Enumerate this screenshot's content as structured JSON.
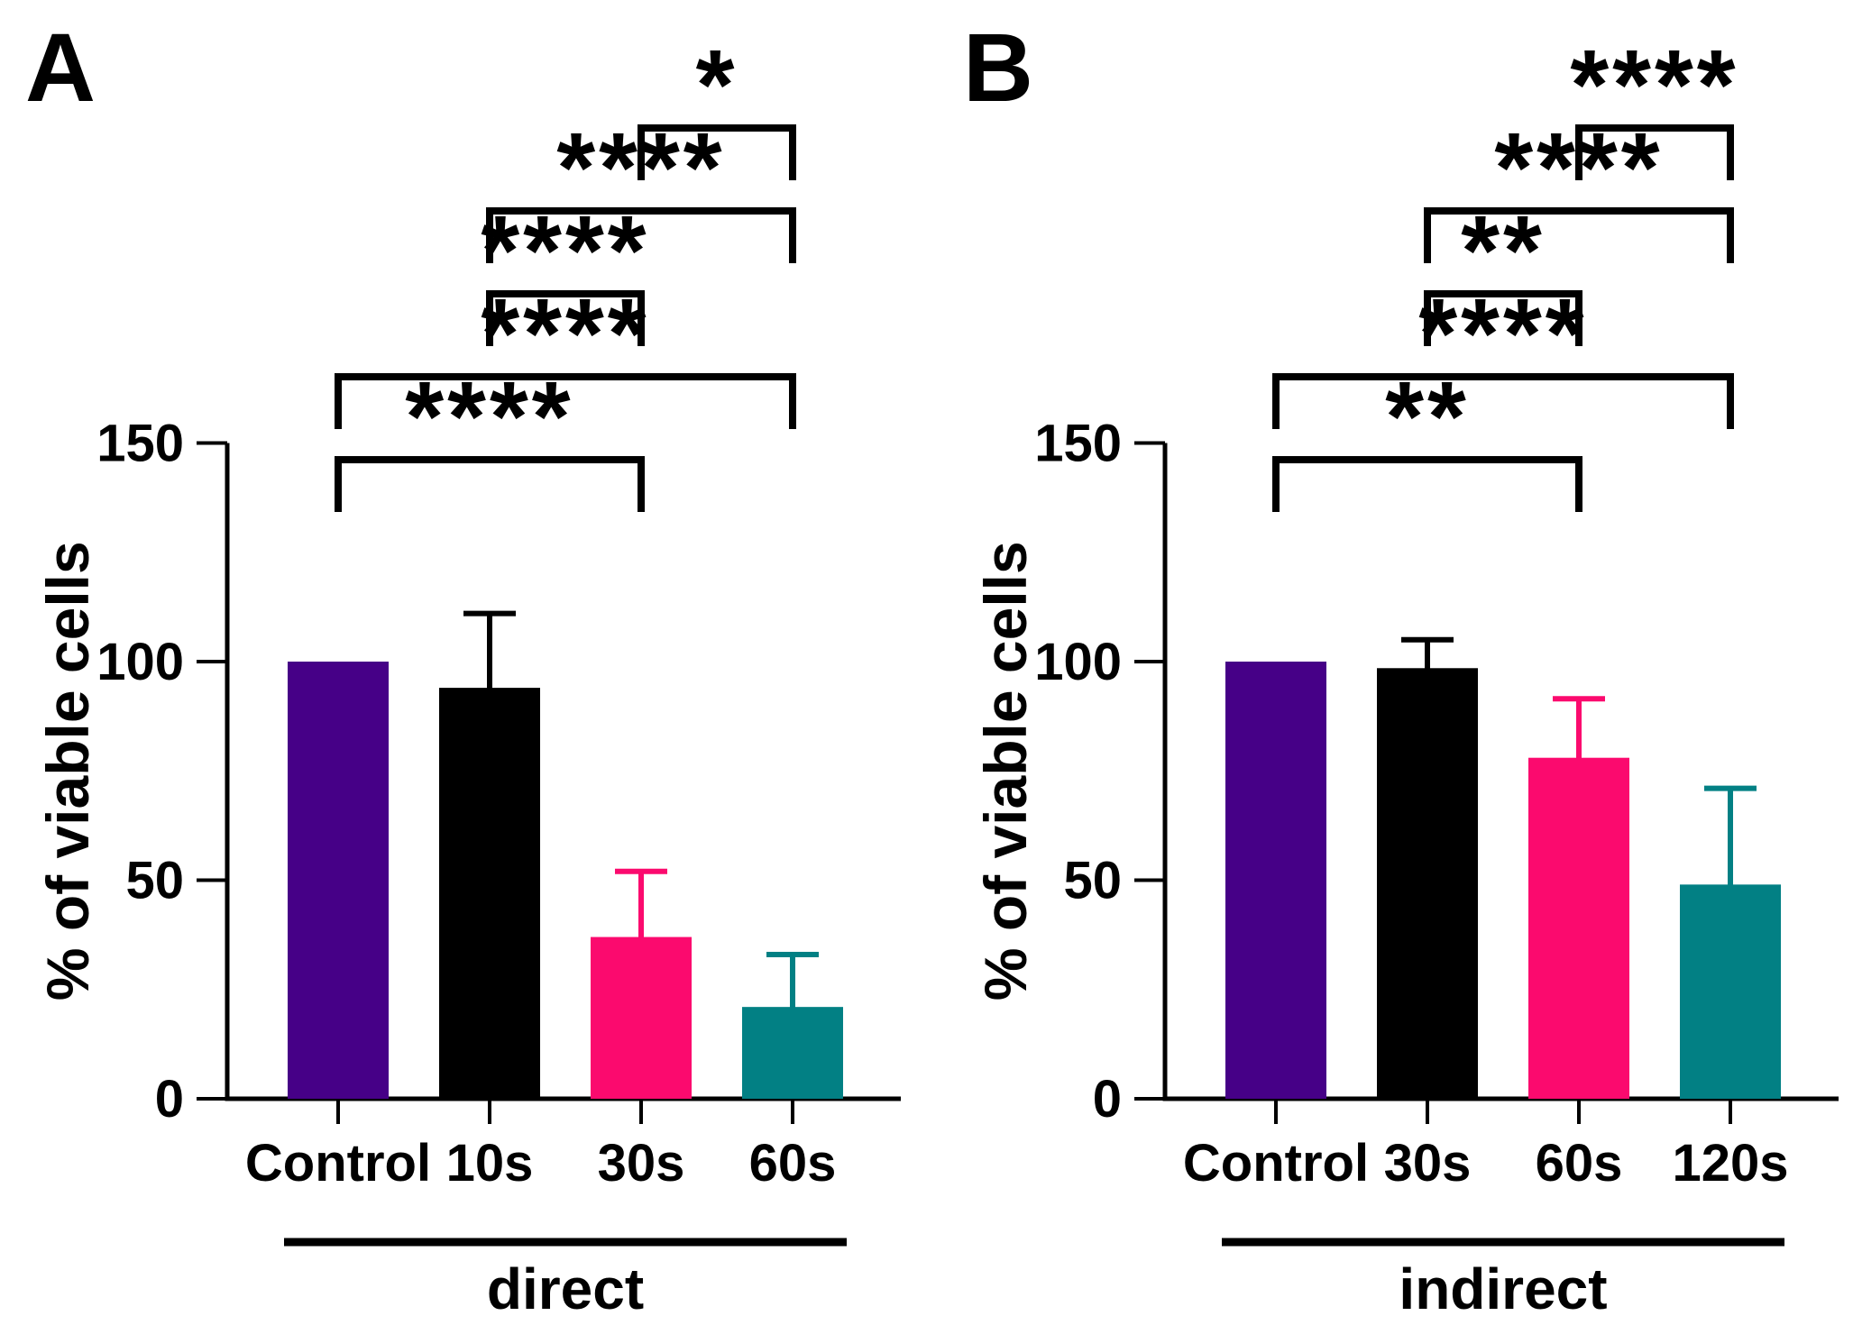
{
  "figure": {
    "background": "#FFFFFF",
    "description_texts": {
      "panel_a_letter": "A",
      "panel_b_letter": "B",
      "y_axis_title": "% of viable cells"
    }
  },
  "chart_data": [
    {
      "type": "bar",
      "panel_label": "A",
      "title": "",
      "ylabel": "% of viable cells",
      "xlabel_group": "direct",
      "categories": [
        "Control",
        "10s",
        "30s",
        "60s"
      ],
      "values": [
        100,
        94,
        37,
        21
      ],
      "error_up": [
        0,
        17,
        15,
        12
      ],
      "bar_colors": [
        "#460087",
        "#000000",
        "#FB0A6E",
        "#028084"
      ],
      "ylim": [
        0,
        150
      ],
      "yticks": [
        0,
        50,
        100,
        150
      ],
      "grid": false,
      "legend": "none",
      "significance_brackets": [
        {
          "from": "Control",
          "to": "30s",
          "label": "****"
        },
        {
          "from": "Control",
          "to": "60s",
          "label": "****"
        },
        {
          "from": "10s",
          "to": "30s",
          "label": "****"
        },
        {
          "from": "10s",
          "to": "60s",
          "label": "****"
        },
        {
          "from": "30s",
          "to": "60s",
          "label": "*"
        }
      ]
    },
    {
      "type": "bar",
      "panel_label": "B",
      "title": "",
      "ylabel": "% of viable cells",
      "xlabel_group": "indirect",
      "categories": [
        "Control",
        "30s",
        "60s",
        "120s"
      ],
      "values": [
        100,
        98.5,
        78,
        49
      ],
      "error_up": [
        0,
        6.5,
        13.5,
        22
      ],
      "bar_colors": [
        "#460087",
        "#000000",
        "#FB0A6E",
        "#028084"
      ],
      "ylim": [
        0,
        150
      ],
      "yticks": [
        0,
        50,
        100,
        150
      ],
      "grid": false,
      "legend": "none",
      "significance_brackets": [
        {
          "from": "Control",
          "to": "60s",
          "label": "**"
        },
        {
          "from": "Control",
          "to": "120s",
          "label": "****"
        },
        {
          "from": "30s",
          "to": "60s",
          "label": "**"
        },
        {
          "from": "30s",
          "to": "120s",
          "label": "****"
        },
        {
          "from": "60s",
          "to": "120s",
          "label": "****"
        }
      ]
    }
  ]
}
